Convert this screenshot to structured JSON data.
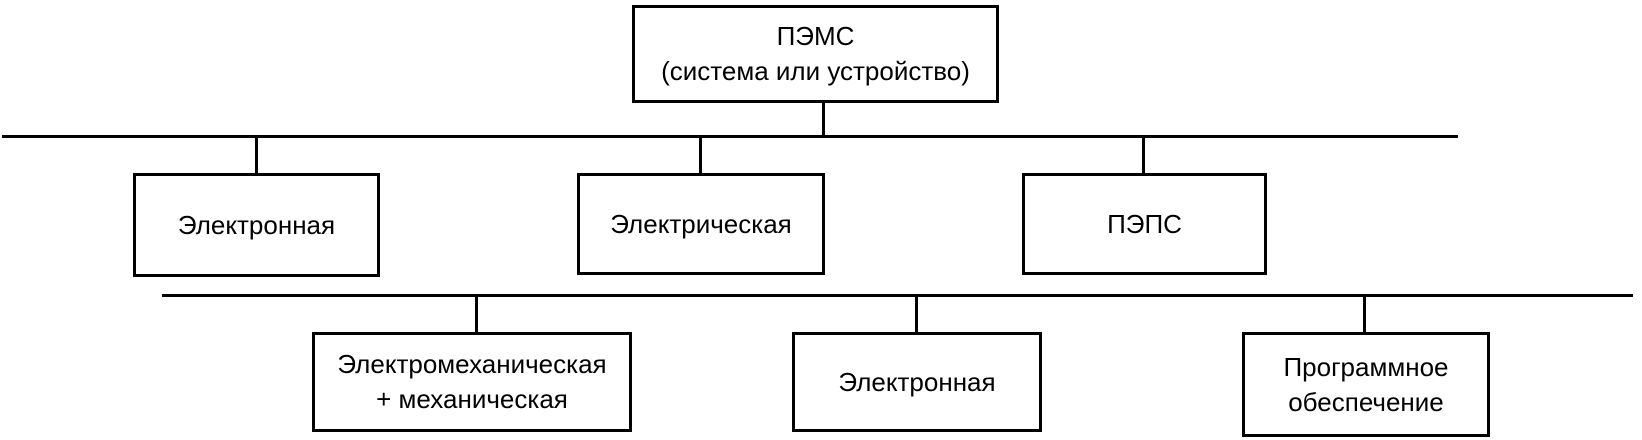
{
  "diagram": {
    "kind": "hierarchy-block-diagram",
    "language": "ru",
    "colors": {
      "background": "#ffffff",
      "line": "#000000",
      "text": "#000000"
    },
    "nodes": {
      "root": {
        "line1": "ПЭМС",
        "line2": "(система или устройство)"
      },
      "electronic_top": {
        "line1": "Электронная"
      },
      "electrical": {
        "line1": "Электрическая"
      },
      "peps": {
        "line1": "ПЭПС"
      },
      "electromechanical": {
        "line1": "Электромеханическая",
        "line2": "+ механическая"
      },
      "electronic_bottom": {
        "line1": "Электронная"
      },
      "software": {
        "line1": "Программное",
        "line2": "обеспечение"
      }
    }
  }
}
